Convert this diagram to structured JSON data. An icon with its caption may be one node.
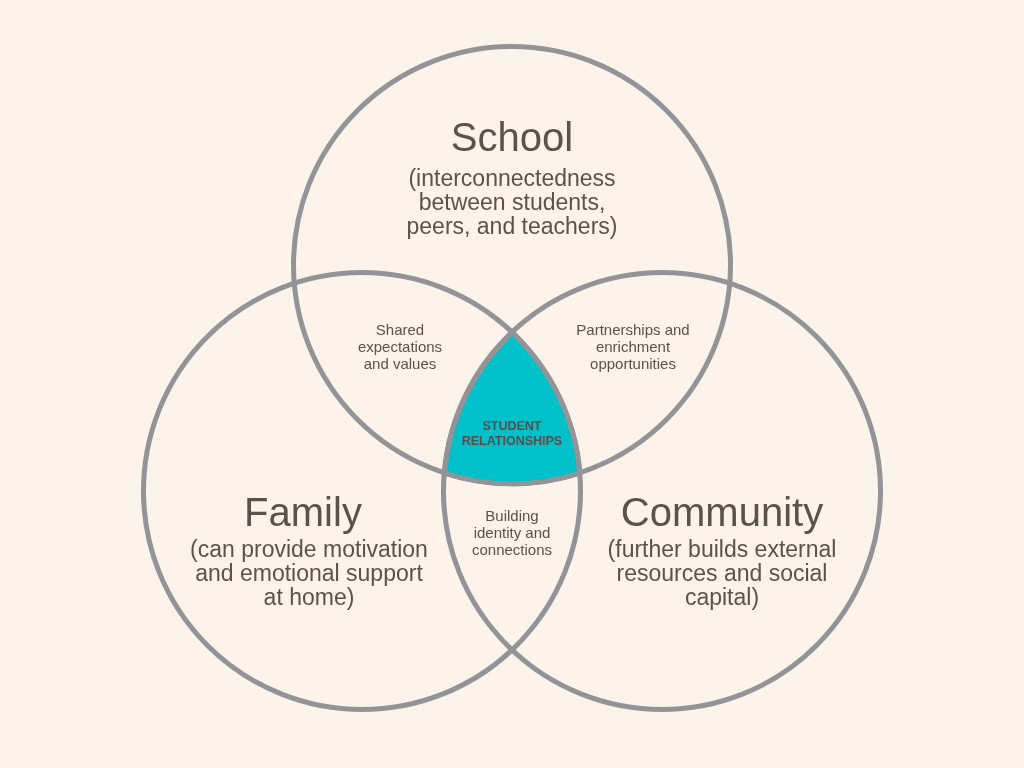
{
  "diagram": {
    "nodes": [
      {
        "text": [
          "School",
          "(interconnectedness between students, peers, and teachers)"
        ]
      },
      {
        "text": [
          "STUDENT RELATIONSHIPS"
        ]
      },
      {
        "text": [
          "Family",
          "(can provide motivation and emotional support at home)"
        ]
      },
      {
        "text": [
          "Community",
          "(further builds external resources and social capital)"
        ]
      }
    ],
    "labels": [
      "Shared expectations and values",
      "Partnerships and enrichment opportunities",
      "Building identity and connections"
    ]
  }
}
